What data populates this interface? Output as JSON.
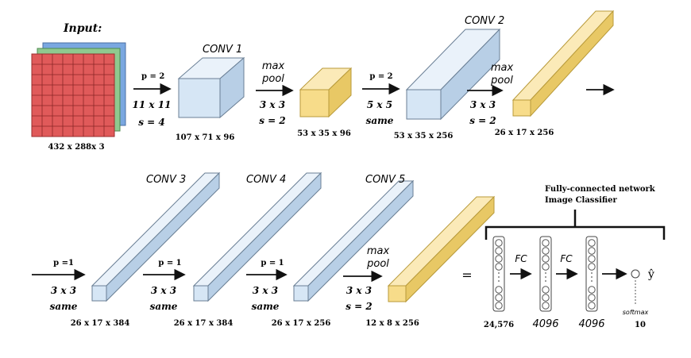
{
  "input_title": "Input:",
  "row1": {
    "input_dims": "432 x 288x 3",
    "step1": {
      "pad": "p = 2",
      "filter": "11 x 11",
      "stride": "s = 4"
    },
    "conv1": {
      "title": "CONV 1",
      "dims": "107 x 71 x 96"
    },
    "pool1": {
      "label_top": "max",
      "label_bottom": "pool",
      "filter": "3 x 3",
      "stride": "s = 2",
      "dims": "53 x 35 x 96"
    },
    "step2": {
      "pad": "p = 2",
      "filter": "5 x 5",
      "mode": "same"
    },
    "conv2": {
      "title": "CONV 2",
      "dims": "53 x 35 x 256"
    },
    "pool2": {
      "label_top": "max",
      "label_bottom": "pool",
      "filter": "3 x 3",
      "stride": "s = 2",
      "dims": "26 x 17 x 256"
    }
  },
  "row2": {
    "step3": {
      "pad": "p =1",
      "filter": "3 x 3",
      "mode": "same"
    },
    "conv3": {
      "title": "CONV 3",
      "dims": "26 x 17 x 384"
    },
    "step4": {
      "pad": "p = 1",
      "filter": "3 x 3",
      "mode": "same"
    },
    "conv4": {
      "title": "CONV 4",
      "dims": "26 x 17 x 384"
    },
    "step5": {
      "pad": "p = 1",
      "filter": "3 x 3",
      "mode": "same"
    },
    "conv5": {
      "title": "CONV 5",
      "dims": "26 x 17 x 256"
    },
    "pool3": {
      "label_top": "max",
      "label_bottom": "pool",
      "filter": "3 x 3",
      "stride": "s = 2",
      "dims": "12 x 8 x 256"
    },
    "equals": "=",
    "fc_network": {
      "title_line1": "Fully-connected network",
      "title_line2": "Image Classifier",
      "layer1_units": "24,576",
      "fc_label_1": "FC",
      "layer2_units": "4096",
      "fc_label_2": "FC",
      "layer3_units": "4096",
      "output_symbol": "ŷ",
      "softmax_label": "softmax",
      "output_units": "10"
    }
  },
  "colors": {
    "input_red": "#e05a5a",
    "input_green": "#8fc98f",
    "input_blue": "#7aa7e0",
    "conv_face": "#d6e6f5",
    "conv_top": "#eaf2fa",
    "conv_side": "#b8cfe6",
    "pool_face": "#f7dc8a",
    "pool_top": "#fbeab8",
    "pool_side": "#e8c865",
    "edge": "#6a7f95"
  }
}
